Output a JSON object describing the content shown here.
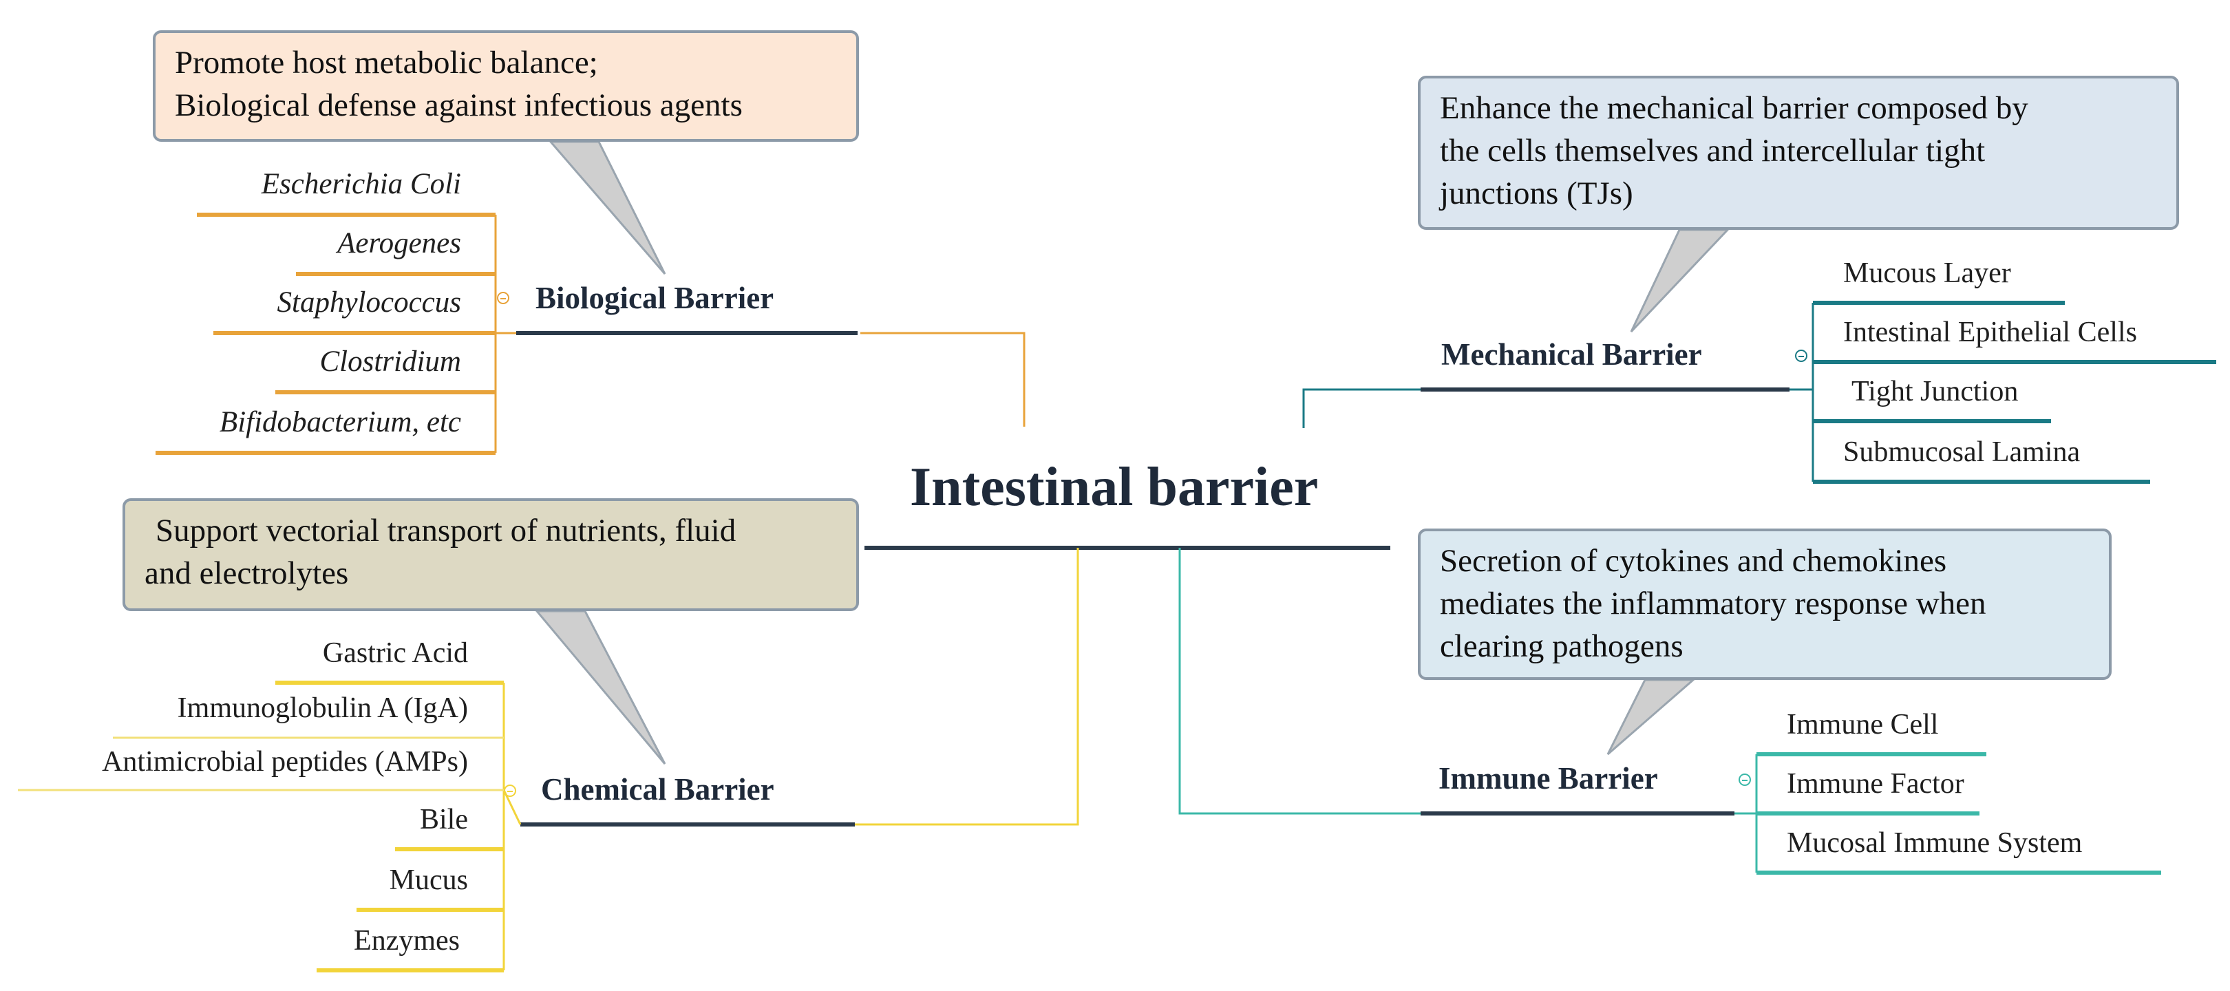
{
  "center": {
    "title": "Intestinal barrier"
  },
  "biological": {
    "label": "Biological Barrier",
    "callout": {
      "lines": [
        "Promote host metabolic balance;",
        "Biological defense against infectious agents"
      ]
    },
    "items": [
      "Escherichia Coli",
      "Aerogenes",
      "Staphylococcus",
      "Clostridium",
      "Bifidobacterium, etc"
    ]
  },
  "chemical": {
    "label": "Chemical Barrier",
    "callout": {
      "lines": [
        "Support vectorial transport of nutrients, fluid",
        "and electrolytes"
      ]
    },
    "items": [
      "Gastric Acid",
      "Immunoglobulin A (IgA)",
      "Antimicrobial peptides (AMPs)",
      "Bile",
      "Mucus",
      "Enzymes"
    ]
  },
  "mechanical": {
    "label": "Mechanical Barrier",
    "callout": {
      "lines": [
        "Enhance the mechanical  barrier composed by",
        "the cells themselves and intercellular tight",
        "junctions (TJs)"
      ]
    },
    "items": [
      "Mucous Layer",
      "Intestinal Epithelial Cells",
      "Tight Junction",
      "Submucosal Lamina"
    ]
  },
  "immune": {
    "label": "Immune Barrier",
    "callout": {
      "lines": [
        "Secretion of cytokines and chemokines",
        "mediates the inflammatory response when",
        "clearing pathogens"
      ]
    },
    "items": [
      "Immune Cell",
      "Immune Factor",
      "Mucosal Immune System"
    ]
  },
  "colors": {
    "biological": "#e8a33a",
    "chemical": "#f2d43a",
    "mechanical": "#1a7a85",
    "immune": "#3bb8a8",
    "branch_line": "#2b3a4a",
    "callout_bio_fill": "#fde7d6",
    "callout_chem_fill": "#ddd9c3",
    "callout_mech_fill": "#dce6f0",
    "callout_imm_fill": "#dbe9f1"
  }
}
